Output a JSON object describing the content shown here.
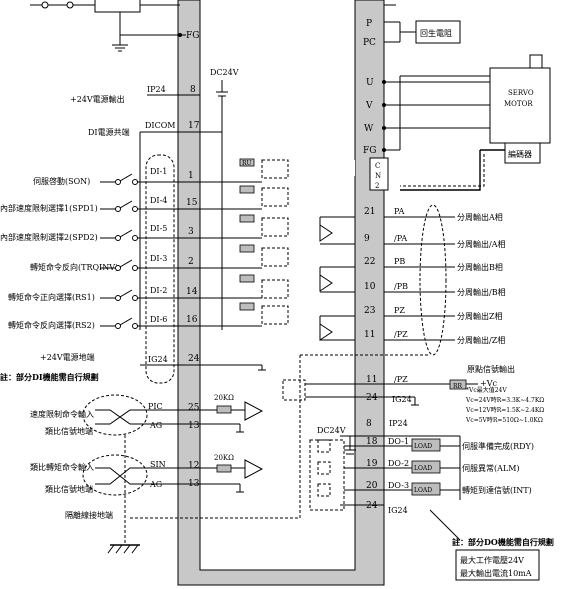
{
  "left_labels": {
    "dc24_output": "+24V電源輸出",
    "di_common": "DI電源共端",
    "son": "伺服啓動(SON)",
    "spd1": "內部速度限制選擇1(SPD1)",
    "spd2": "內部速度限制選擇2(SPD2)",
    "trqinv": "轉矩命令反向(TRQINV)",
    "rs1": "轉矩命令正向選擇(RS1)",
    "rs2": "轉矩命令反向選擇(RS2)",
    "gnd24": "+24V電源地端",
    "note_di": "註：部分DI機能需自行規劃",
    "speed_limit_in": "速度限制命令輸入",
    "analog_gnd1": "類比信號地端",
    "torque_in": "類比轉矩命令輸入",
    "analog_gnd2": "類比信號地端",
    "shield_gnd": "隔離線接地端"
  },
  "pins_left": {
    "fg_top": "FG",
    "ip24": "IP24",
    "p8": "8",
    "dicom": "DICOM",
    "p17": "17",
    "di1": "DI-1",
    "p1": "1",
    "di4": "DI-4",
    "p15": "15",
    "di5": "DI-5",
    "p3": "3",
    "di3": "DI-3",
    "p2": "2",
    "di2": "DI-2",
    "p14": "14",
    "di6": "DI-6",
    "p16": "16",
    "ig24": "IG24",
    "p24": "24",
    "pic": "PIC",
    "p25": "25",
    "ag1": "AG",
    "p13a": "13",
    "sin": "SIN",
    "p12": "12",
    "ag2": "AG",
    "p13b": "13",
    "dc24v_top": "DC24V",
    "res1": "20KΩ",
    "res2": "20KΩ"
  },
  "right_top": {
    "p": "P",
    "pc": "PC",
    "regen": "回生電阻",
    "u": "U",
    "v": "V",
    "w": "W",
    "fg": "FG",
    "motor_line1": "SERVO",
    "motor_line2": "MOTOR",
    "encoder": "編碼器",
    "cn2_c": "C",
    "cn2_n": "N",
    "cn2_2": "2"
  },
  "encoder_outputs": [
    {
      "pin": "21",
      "sig": "PA",
      "label": "分周輸出A相"
    },
    {
      "pin": "9",
      "sig": "/PA",
      "label": "分周輸出/A相"
    },
    {
      "pin": "22",
      "sig": "PB",
      "label": "分周輸出B相"
    },
    {
      "pin": "10",
      "sig": "/PB",
      "label": "分周輸出/B相"
    },
    {
      "pin": "23",
      "sig": "PZ",
      "label": "分周輸出Z相"
    },
    {
      "pin": "11",
      "sig": "/PZ",
      "label": "分周輸出/Z相"
    }
  ],
  "origin_output": {
    "pin11": "11",
    "sig": "/PZ",
    "pin24": "24",
    "ig24": "IG24",
    "title": "原點信號輸出",
    "vc": "+Vc",
    "r0": "*Vc最大值24V",
    "r1": "Vc=24V時R=3.3K~4.7KΩ",
    "r2": "Vc=12V時R=1.5K~2.4KΩ",
    "r3": "Vc=5V時R=510Ω~1.0KΩ"
  },
  "do_section": {
    "dc24v": "DC24V",
    "ip24": "IP24",
    "p8": "8",
    "outputs": [
      {
        "pin": "18",
        "sig": "DO-1",
        "label": "伺服準備完成(RDY)"
      },
      {
        "pin": "19",
        "sig": "DO-2",
        "label": "伺服異常(ALM)"
      },
      {
        "pin": "20",
        "sig": "DO-3",
        "label": "轉矩到達信號(INT)"
      }
    ],
    "load": "LOAD",
    "p24": "24",
    "ig24": "IG24",
    "note": "註：部分DO機能需自行規劃",
    "limit1": "最大工作電壓24V",
    "limit2": "最大輸出電流10mA"
  },
  "misc": {
    "dc24v_label": "DC24V",
    "ru": "RU",
    "rr": "RR",
    "v": "V"
  }
}
